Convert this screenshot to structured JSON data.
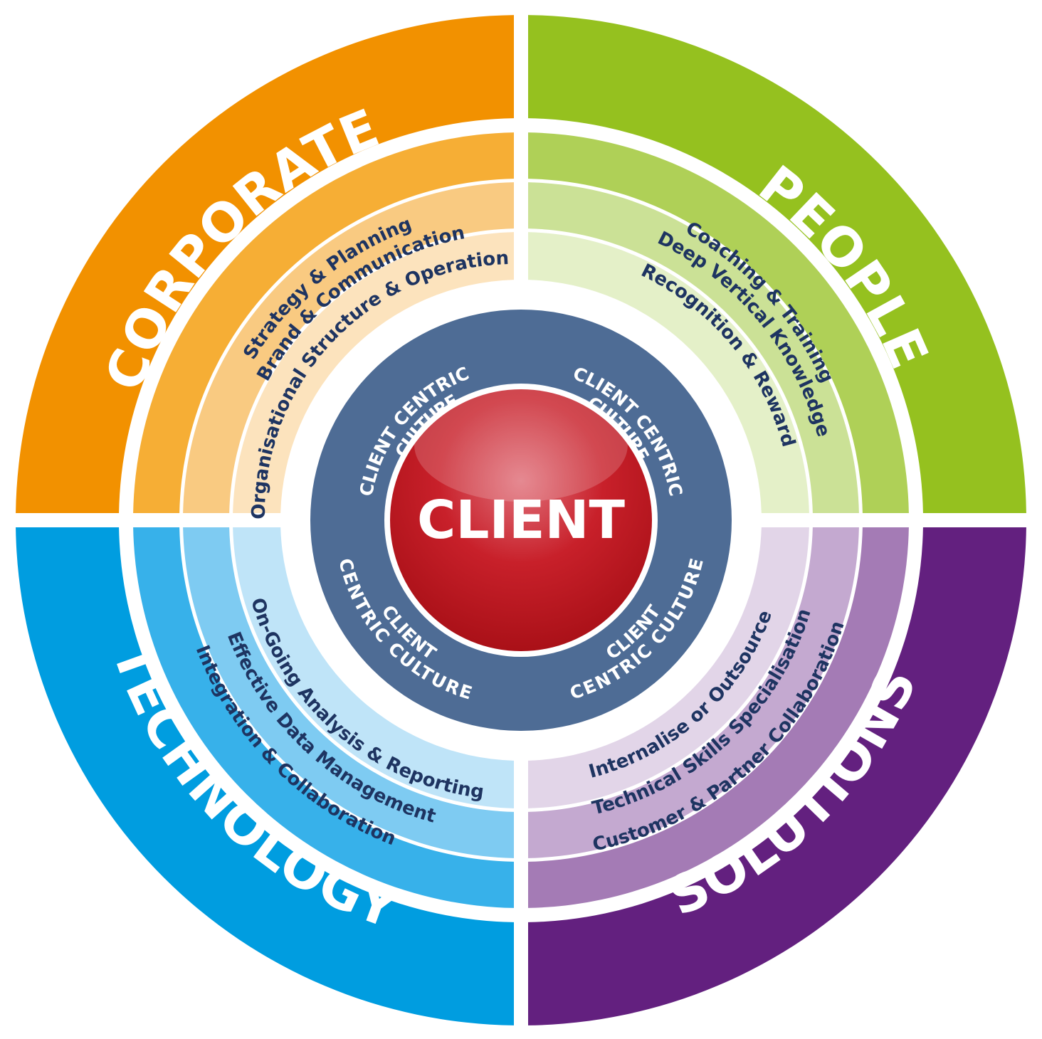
{
  "center": {
    "label": "CLIENT"
  },
  "culture_ring": {
    "labels": [
      [
        "CLIENT CENTRIC",
        "CULTURE"
      ],
      [
        "CLIENT CENTRIC",
        "CULTURE"
      ],
      [
        "CLIENT",
        "CENTRIC CULTURE"
      ],
      [
        "CLIENT",
        "CENTRIC CULTURE"
      ]
    ]
  },
  "quadrants": [
    {
      "id": "corporate",
      "title": "CORPORATE",
      "colors": {
        "main": "#f29100",
        "ring1": "#f6ae35",
        "ring2": "#f9ca81",
        "ring3": "#fce3bd",
        "text": "#1e3461"
      },
      "items": [
        "Strategy & Planning",
        "Brand & Communication",
        "Organisational Structure & Operations"
      ]
    },
    {
      "id": "people",
      "title": "PEOPLE",
      "colors": {
        "main": "#95c11f",
        "ring1": "#afd057",
        "ring2": "#cbe196",
        "ring3": "#e4f0c8",
        "text": "#1e3461"
      },
      "items": [
        "Coaching & Training",
        "Deep Vertical Knowledge",
        "Recognition & Reward"
      ]
    },
    {
      "id": "technology",
      "title": "TECHNOLOGY",
      "colors": {
        "main": "#009de0",
        "ring1": "#37b1ea",
        "ring2": "#7ecbf2",
        "ring3": "#bfe4f8",
        "text": "#1e3461"
      },
      "items": [
        "Integration & Collaboration",
        "Effective Data Management",
        "On-Going Analysis & Reporting"
      ]
    },
    {
      "id": "solutions",
      "title": "SOLUTIONS",
      "colors": {
        "main": "#63207f",
        "ring1": "#a47bb5",
        "ring2": "#c4a9d0",
        "ring3": "#e2d5e8",
        "text": "#1e3461"
      },
      "items": [
        "Customer & Partner Collaboration",
        "Technical Skills Specialisation",
        "Internalise or Outsource"
      ]
    }
  ],
  "colors": {
    "culture_ring": "#4e6c95",
    "client_red": "#c0141c",
    "client_highlight": "#e58a8e"
  }
}
